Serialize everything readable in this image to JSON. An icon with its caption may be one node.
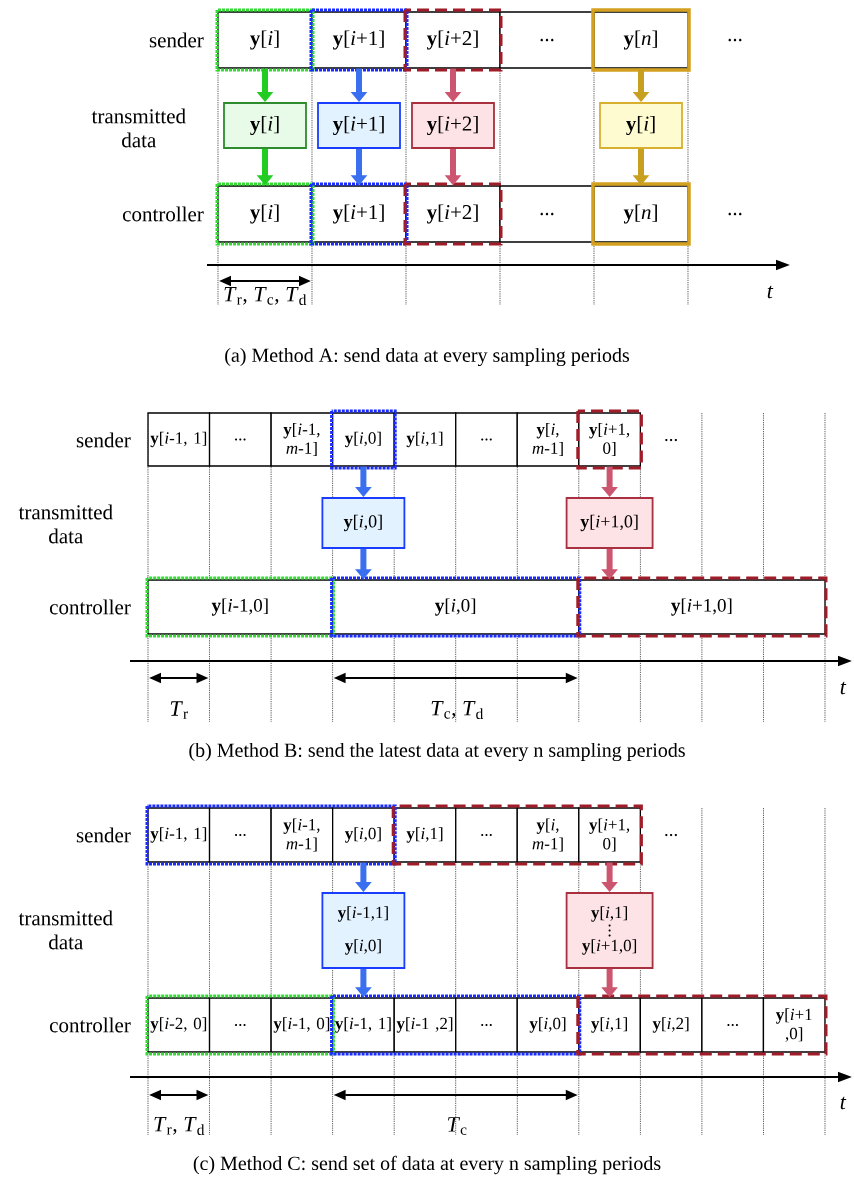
{
  "diagram": {
    "nodes": [
      {
        "text": [
          "**y**[*i*]"
        ]
      },
      {
        "text": [
          "**y**[*i*+1]"
        ]
      },
      {
        "text": [
          "**y**[*i*+2]"
        ]
      },
      {
        "text": [
          "..."
        ]
      },
      {
        "text": [
          "**y**[*n*]"
        ]
      },
      {
        "text": [
          "**y**[*i*]"
        ]
      },
      {
        "text": [
          "**y**[*i*+1]"
        ]
      },
      {
        "text": [
          "**y**[*i*+2]"
        ]
      },
      {
        "text": [
          "**y**[*i*]"
        ]
      },
      {
        "text": [
          "**y**[*i*]"
        ]
      },
      {
        "text": [
          "**y**[*i*+1]"
        ]
      },
      {
        "text": [
          "**y**[*i*+2]"
        ]
      },
      {
        "text": [
          "..."
        ]
      },
      {
        "text": [
          "**y**[*n*]"
        ]
      },
      {
        "text": [
          "**y**[*i*-1, 1]"
        ]
      },
      {
        "text": [
          "..."
        ]
      },
      {
        "text": [
          "**y**[*i*-1, *m*-1]"
        ]
      },
      {
        "text": [
          "**y**[*i*,0]"
        ]
      },
      {
        "text": [
          "**y**[*i*,1]"
        ]
      },
      {
        "text": [
          "..."
        ]
      },
      {
        "text": [
          "**y**[*i*, *m*-1]"
        ]
      },
      {
        "text": [
          "**y**[*i*+1, 0]"
        ]
      },
      {
        "text": [
          "**y**[*i*,0]"
        ]
      },
      {
        "text": [
          "**y**[*i*+1,0]"
        ]
      },
      {
        "text": [
          "**y**[*i*-1,0]"
        ]
      },
      {
        "text": [
          "**y**[*i*,0]"
        ]
      },
      {
        "text": [
          "**y**[*i*+1,0]"
        ]
      },
      {
        "text": [
          "**y**[*i*-1, 1]"
        ]
      },
      {
        "text": [
          "..."
        ]
      },
      {
        "text": [
          "**y**[*i*-1, *m*-1]"
        ]
      },
      {
        "text": [
          "**y**[*i*,0]"
        ]
      },
      {
        "text": [
          "**y**[*i*,1]"
        ]
      },
      {
        "text": [
          "..."
        ]
      },
      {
        "text": [
          "**y**[*i*, *m*-1]"
        ]
      },
      {
        "text": [
          "**y**[*i*+1, 0]"
        ]
      },
      {
        "text": [
          "**y**[*i*-1,1]",
          "**y**[*i*,0]"
        ]
      },
      {
        "text": [
          "**y**[*i*,1]",
          "**y**[*i*+1,0]"
        ]
      },
      {
        "text": [
          "**y**[*i*-2, 0]"
        ]
      },
      {
        "text": [
          "..."
        ]
      },
      {
        "text": [
          "**y**[*i*-1, 0]"
        ]
      },
      {
        "text": [
          "**y**[*i*-1, 1]"
        ]
      },
      {
        "text": [
          "**y**[*i*-1 ,2]"
        ]
      },
      {
        "text": [
          "..."
        ]
      },
      {
        "text": [
          "**y**[*i*,0]"
        ]
      },
      {
        "text": [
          "**y**[*i*,1]"
        ]
      },
      {
        "text": [
          "**y**[*i*,2]"
        ]
      },
      {
        "text": [
          "..."
        ]
      },
      {
        "text": [
          "**y**[*i*+1 ,0]"
        ]
      }
    ],
    "edges": [
      {
        "from": 0,
        "to": 5,
        "arrow": "to",
        "color": "#22cc22"
      },
      {
        "from": 5,
        "to": 9,
        "arrow": "to",
        "color": "#22cc22"
      },
      {
        "from": 1,
        "to": 6,
        "arrow": "to",
        "color": "#3a6ff0"
      },
      {
        "from": 6,
        "to": 10,
        "arrow": "to",
        "color": "#3a6ff0"
      },
      {
        "from": 2,
        "to": 7,
        "arrow": "to",
        "color": "#cc5570"
      },
      {
        "from": 7,
        "to": 11,
        "arrow": "to",
        "color": "#cc5570"
      },
      {
        "from": 4,
        "to": 8,
        "arrow": "to",
        "color": "#c8a020"
      },
      {
        "from": 8,
        "to": 13,
        "arrow": "to",
        "color": "#c8a020"
      },
      {
        "from": 17,
        "to": 22,
        "arrow": "to",
        "color": "#3a6ff0"
      },
      {
        "from": 22,
        "to": 25,
        "arrow": "to",
        "color": "#3a6ff0"
      },
      {
        "from": 21,
        "to": 23,
        "arrow": "to",
        "color": "#cc5570"
      },
      {
        "from": 23,
        "to": 26,
        "arrow": "to",
        "color": "#cc5570"
      },
      {
        "from": 30,
        "to": 35,
        "arrow": "to",
        "color": "#3a6ff0"
      },
      {
        "from": 35,
        "to": 40,
        "arrow": "to",
        "color": "#3a6ff0"
      },
      {
        "from": 34,
        "to": 36,
        "arrow": "to",
        "color": "#cc5570"
      },
      {
        "from": 36,
        "to": 44,
        "arrow": "to",
        "color": "#cc5570"
      }
    ],
    "labels": [
      "sender",
      "...",
      "transmitted data",
      "controller",
      "...",
      "*t*",
      "*T*$_{r}$, *T*$_{c}$, *T*$_{d}$",
      "(a) Method A: send data at every sampling periods",
      "sender",
      "...",
      "transmitted data",
      "controller",
      "*t*",
      "*T*$_{r}$",
      "*T*$_{c}$, *T*$_{d}$",
      "(b) Method B: send the latest data at every n sampling periods",
      "sender",
      "...",
      "transmitted data",
      "controller",
      "*t*",
      "*T*$_{r}$, *T*$_{d}$",
      "*T*$_{c}$",
      "(c) Method C: send set of data at every n sampling periods"
    ]
  }
}
